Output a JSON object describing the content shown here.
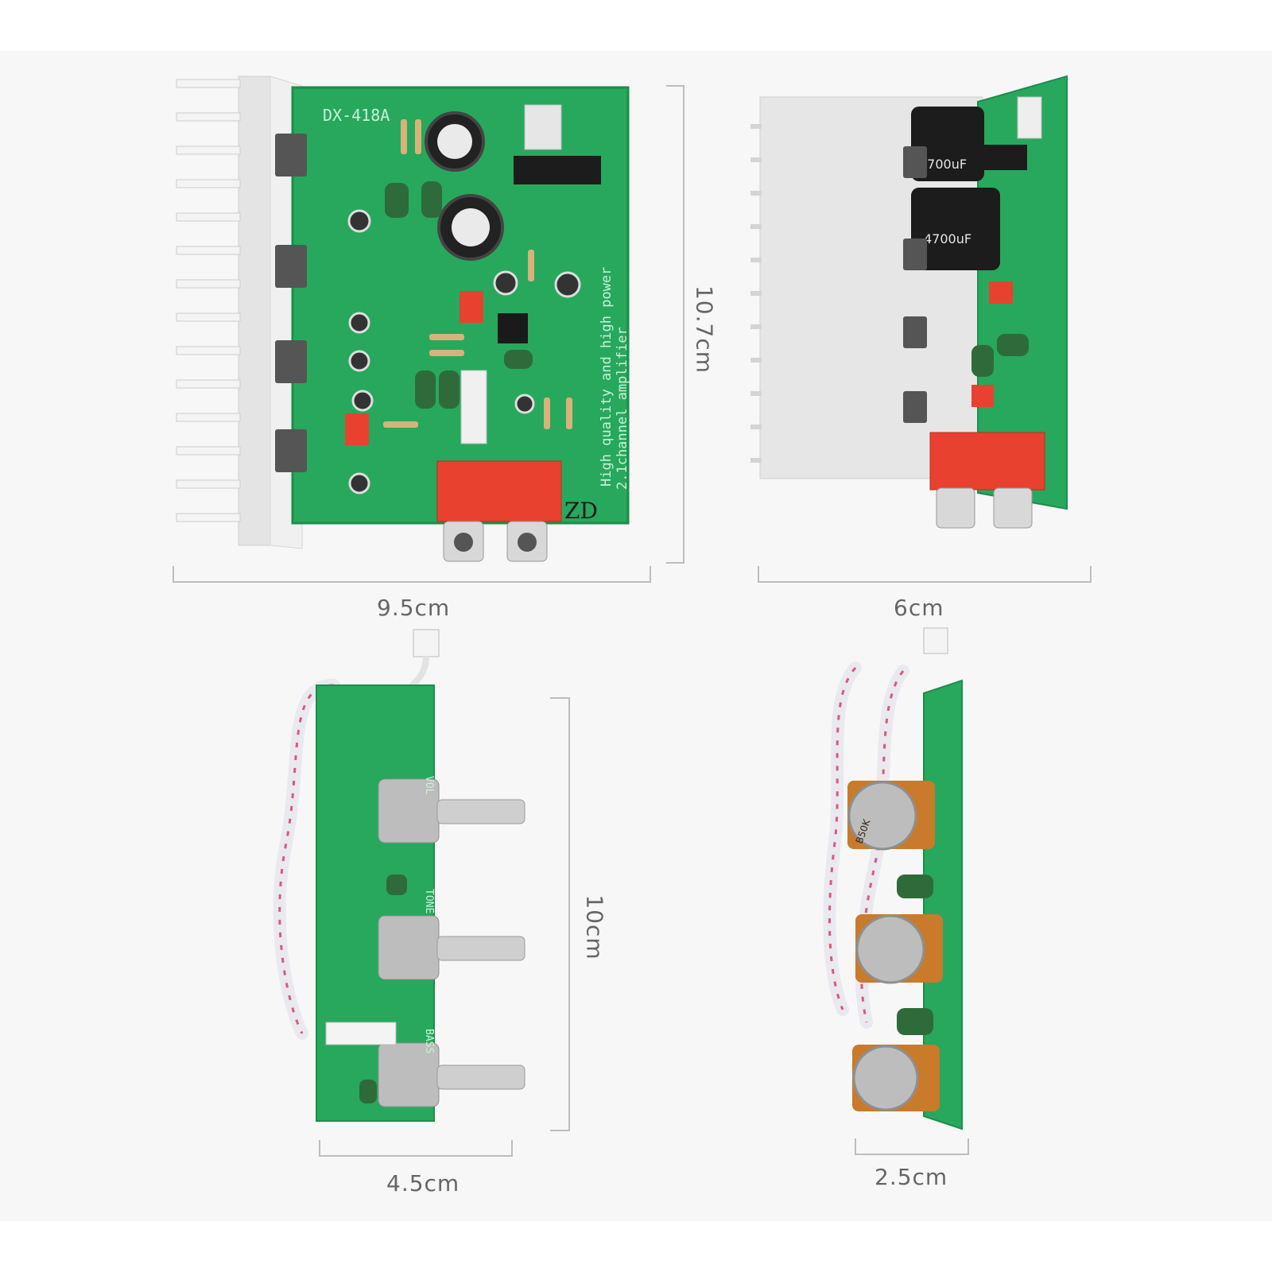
{
  "colors": {
    "pcb_green": "#27a85d",
    "pcb_dark": "#1d8e4c",
    "heatsink": "#e8e8e8",
    "rca_red": "#e8412f",
    "capacitor": "#1c1c1c",
    "pot_body": "#c97a2a",
    "dimension_line": "#bdbdbd",
    "dimension_text": "#666666"
  },
  "views": {
    "amp_front": {
      "board_text_model": "DX-418A",
      "board_text_slogan_1": "High quality and high power",
      "board_text_slogan_2": "2.1channel amplifier",
      "board_text_mark": "ZD",
      "width_label": "9.5cm",
      "height_label": "10.7cm"
    },
    "amp_side": {
      "cap_label_1": "4700uF",
      "cap_label_2": "4700uF",
      "depth_label": "6cm"
    },
    "tone_front": {
      "silk_1": "VOL",
      "silk_2": "TONE",
      "silk_3": "BASS",
      "width_label": "4.5cm",
      "height_label": "10cm"
    },
    "tone_side": {
      "pot_label": "B50K",
      "depth_label": "2.5cm"
    }
  }
}
